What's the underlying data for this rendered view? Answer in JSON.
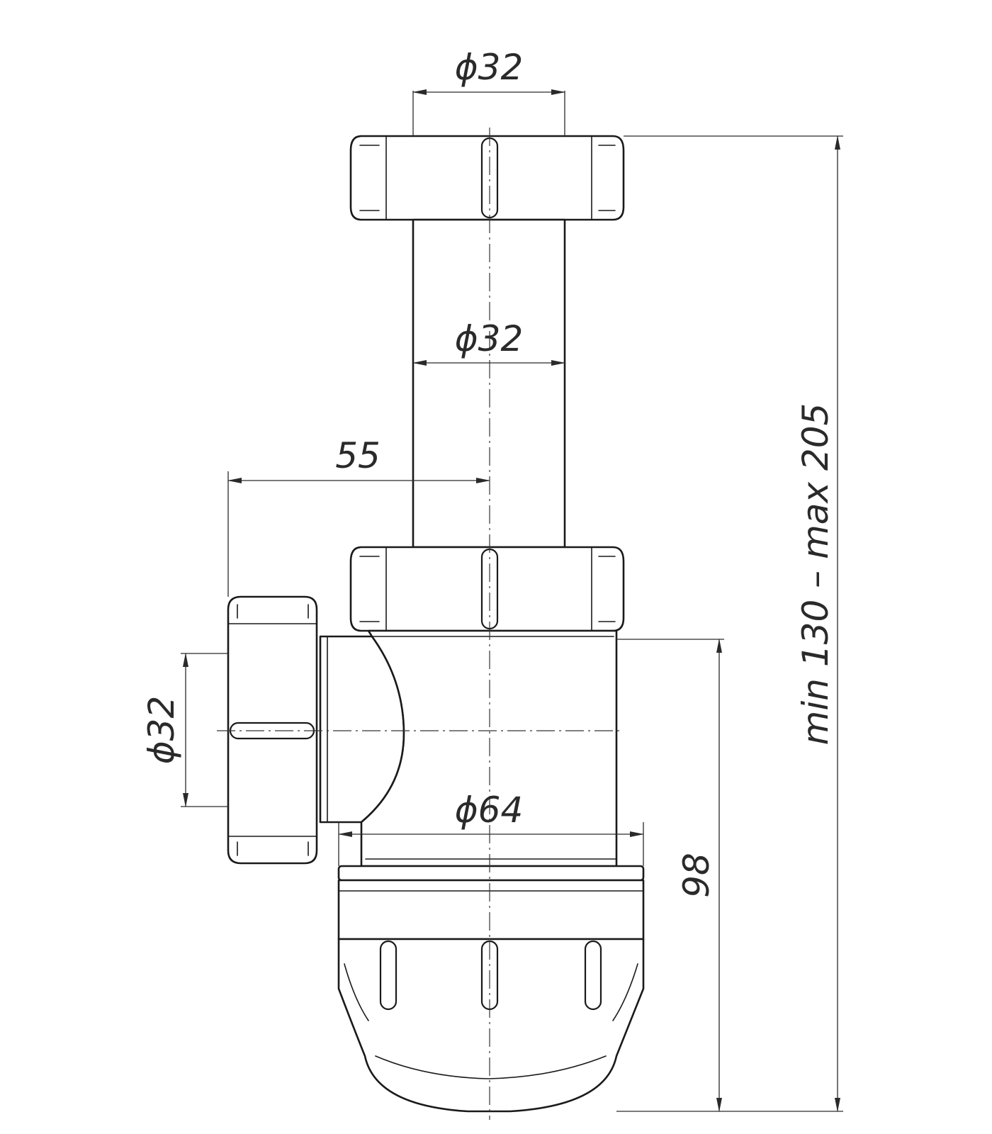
{
  "drawing": {
    "dimensions": {
      "top_nut_diameter": "ϕ32",
      "pipe_diameter": "ϕ32",
      "outlet_offset": "55",
      "side_outlet_diameter": "ϕ32",
      "bottle_diameter": "ϕ64",
      "bottle_height": "98",
      "overall_height": "min 130 – max 205"
    }
  }
}
